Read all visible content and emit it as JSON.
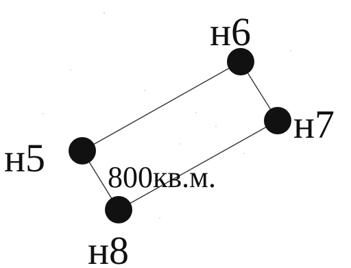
{
  "diagram": {
    "points": [
      {
        "id": "h5",
        "label": "н5"
      },
      {
        "id": "h6",
        "label": "н6"
      },
      {
        "id": "h7",
        "label": "н7"
      },
      {
        "id": "h8",
        "label": "н8"
      }
    ],
    "boundary_order": [
      "h5",
      "h6",
      "h7",
      "h8"
    ],
    "area_label": "800кв.м.",
    "colors": {
      "line": "#333333",
      "point": "#111111",
      "text": "#111111",
      "background": "#ffffff"
    }
  }
}
